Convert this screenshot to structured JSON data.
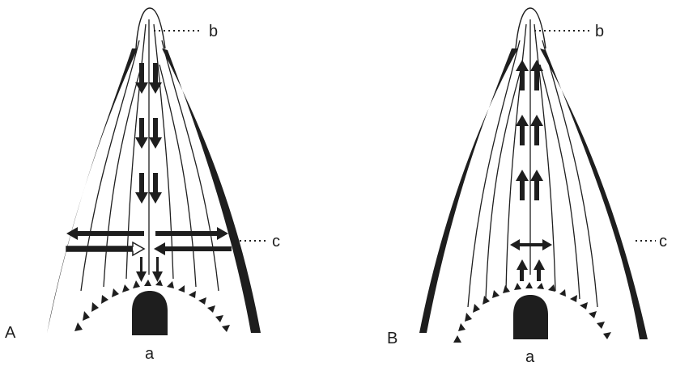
{
  "panels": [
    {
      "id": "A",
      "panel_label": "A",
      "labels": {
        "a": "a",
        "b": "b",
        "c": "c"
      },
      "flow_direction": "down"
    },
    {
      "id": "B",
      "panel_label": "B",
      "labels": {
        "a": "a",
        "b": "b",
        "c": "c"
      },
      "flow_direction": "up"
    }
  ],
  "colors": {
    "ink": "#1e1e1e",
    "background": "#ffffff"
  }
}
